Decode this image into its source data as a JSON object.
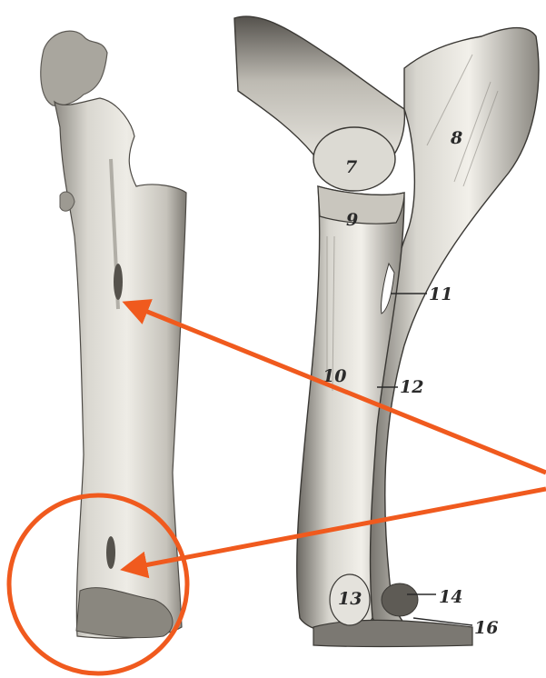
{
  "labels": {
    "l7": "7",
    "l8": "8",
    "l9": "9",
    "l10": "10",
    "l11": "11",
    "l12": "12",
    "l13": "13",
    "l14": "14",
    "l16": "16"
  },
  "colors": {
    "background": "#ffffff",
    "annotation": "#f05a1e",
    "bone_light": "#e8e6df",
    "bone_mid": "#b9b6ad",
    "bone_dark": "#6e6b64",
    "ink": "#2a2a2a"
  }
}
